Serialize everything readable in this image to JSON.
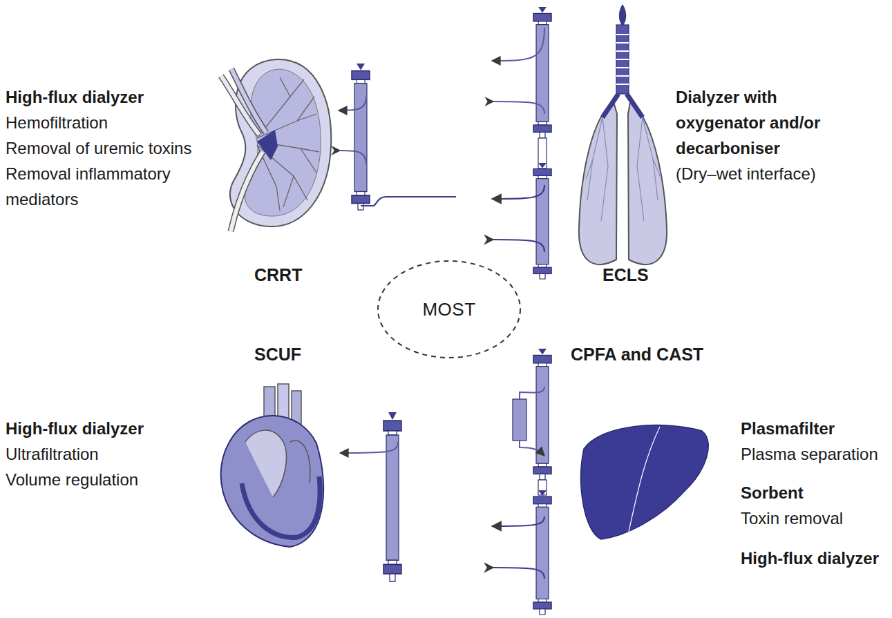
{
  "diagram": {
    "nodes": [
      {
        "text": [
          "MOST"
        ]
      }
    ],
    "labels": [
      "High-flux dialyzer",
      "Hemofiltration",
      "Removal of uremic toxins",
      "Removal inflammatory mediators",
      "CRRT",
      "ECLS",
      "Dialyzer with oxygenator and/or decarboniser",
      "(Dry–wet interface)",
      "SCUF",
      "CPFA and CAST",
      "High-flux dialyzer",
      "Ultrafiltration",
      "Volume regulation",
      "Plasmafilter",
      "Plasma separation",
      "Sorbent",
      "Toxin removal",
      "High-flux dialyzer"
    ]
  }
}
